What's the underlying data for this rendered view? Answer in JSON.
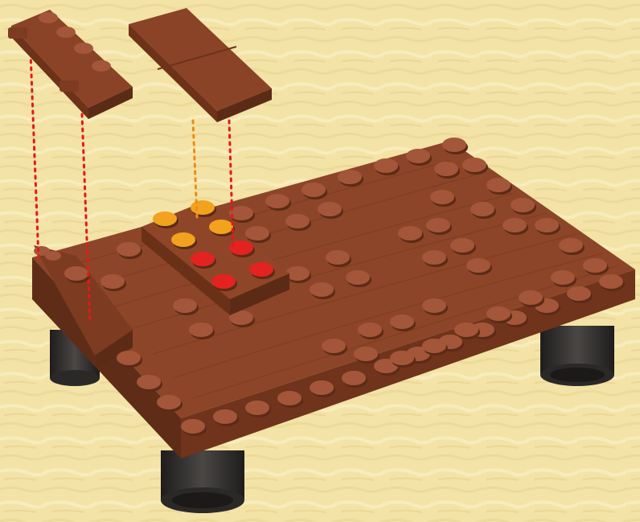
{
  "scene": {
    "description_colors": {
      "background": "#f3e3a6",
      "brick": "#8a4326",
      "brick_top": "#9a4d2c",
      "brick_side": "#6e3219",
      "stud": "#a4563a",
      "leg": "#2d2b29",
      "guide_red": "#e21a1a",
      "guide_orange": "#f08a15",
      "marker_orange": "#f2a21d",
      "marker_red": "#e3231f"
    },
    "parts": [
      {
        "name": "hinge-plate-part",
        "color": "#8a4326"
      },
      {
        "name": "tile-2x2-part",
        "color": "#8a4326"
      },
      {
        "name": "base-plate-part",
        "color": "#8a4326"
      },
      {
        "name": "plate-2x3-part",
        "color": "#8a4326"
      }
    ]
  }
}
